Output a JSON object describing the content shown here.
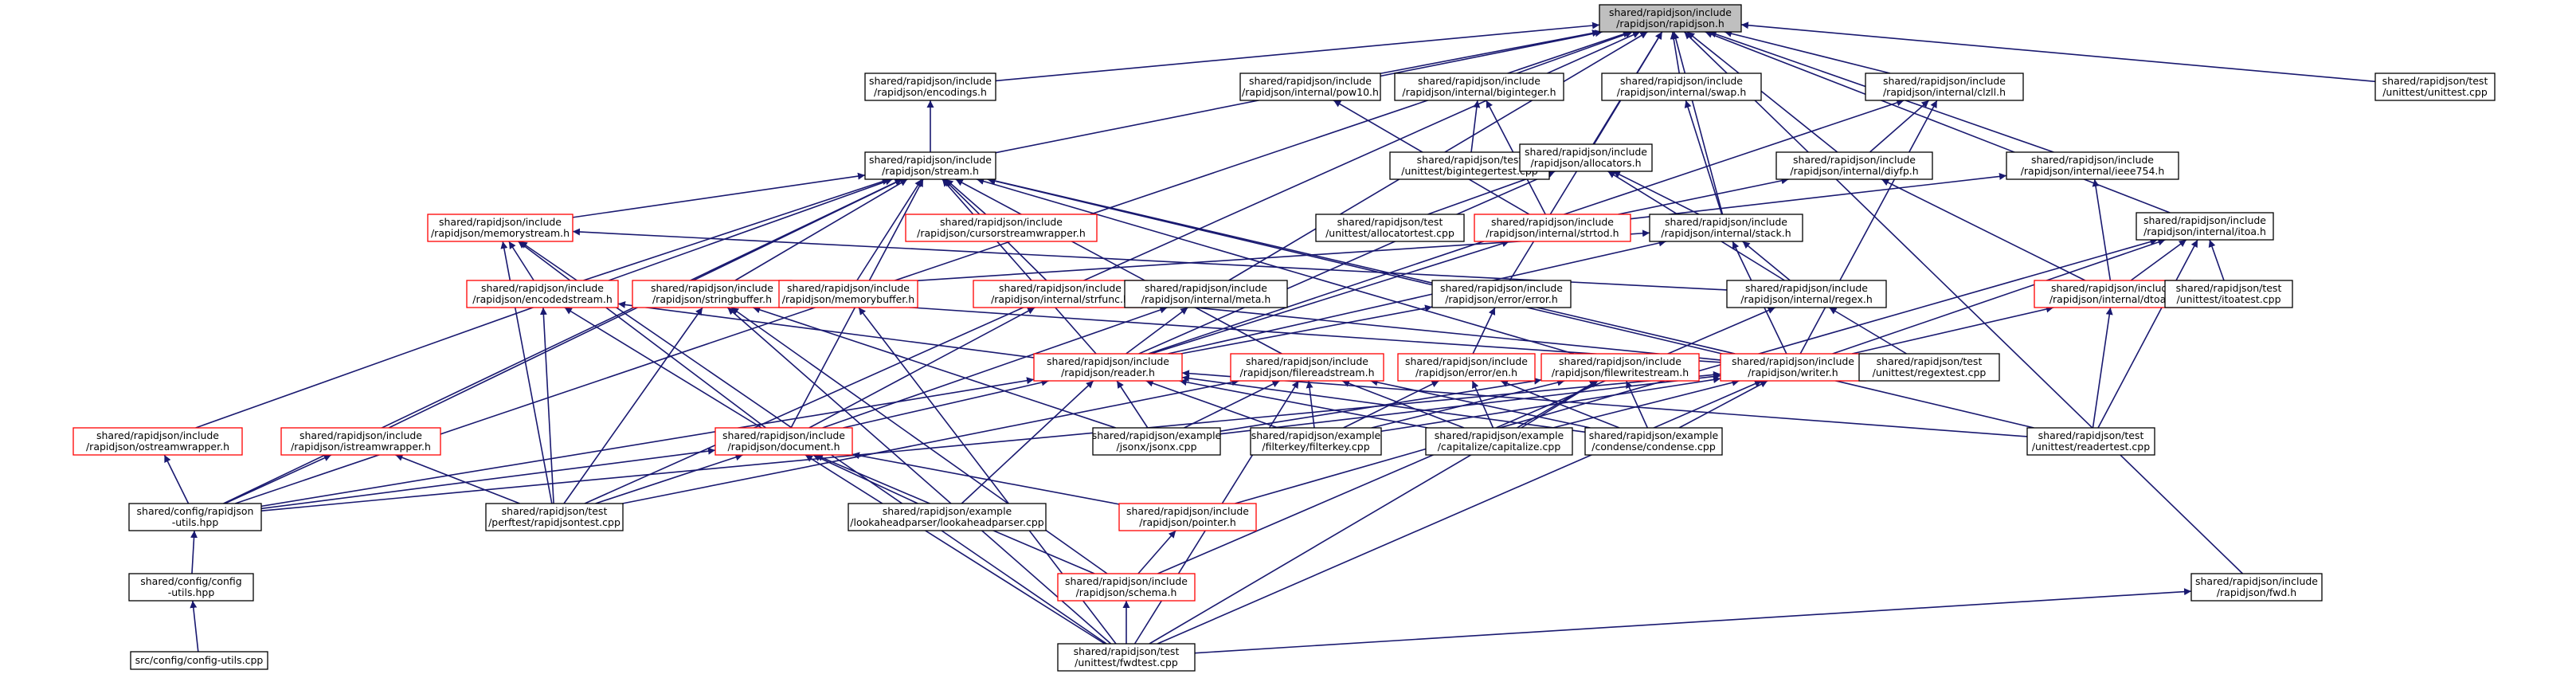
{
  "diagram": {
    "type": "doxygen include dependency graph",
    "colors": {
      "edge": "#191970",
      "root_fill": "#bfbfbf",
      "node_fill": "#ffffff",
      "node_border_normal": "#000000",
      "node_border_truncated": "#ff0000"
    },
    "nodes": [
      {
        "id": "rapidjson_h",
        "lines": [
          "shared/rapidjson/include",
          "/rapidjson/rapidjson.h"
        ],
        "style": "root"
      },
      {
        "id": "encodings_h",
        "lines": [
          "shared/rapidjson/include",
          "/rapidjson/encodings.h"
        ],
        "style": "normal"
      },
      {
        "id": "pow10_h",
        "lines": [
          "shared/rapidjson/include",
          "/rapidjson/internal/pow10.h"
        ],
        "style": "normal"
      },
      {
        "id": "biginteger_h",
        "lines": [
          "shared/rapidjson/include",
          "/rapidjson/internal/biginteger.h"
        ],
        "style": "normal"
      },
      {
        "id": "swap_h",
        "lines": [
          "shared/rapidjson/include",
          "/rapidjson/internal/swap.h"
        ],
        "style": "normal"
      },
      {
        "id": "clzll_h",
        "lines": [
          "shared/rapidjson/include",
          "/rapidjson/internal/clzll.h"
        ],
        "style": "normal"
      },
      {
        "id": "unittest_cpp",
        "lines": [
          "shared/rapidjson/test",
          "/unittest/unittest.cpp"
        ],
        "style": "normal"
      },
      {
        "id": "stream_h",
        "lines": [
          "shared/rapidjson/include",
          "/rapidjson/stream.h"
        ],
        "style": "normal"
      },
      {
        "id": "bigintegertest_cpp",
        "lines": [
          "shared/rapidjson/test",
          "/unittest/bigintegertest.cpp"
        ],
        "style": "normal"
      },
      {
        "id": "allocators_h",
        "lines": [
          "shared/rapidjson/include",
          "/rapidjson/allocators.h"
        ],
        "style": "normal"
      },
      {
        "id": "diyfp_h",
        "lines": [
          "shared/rapidjson/include",
          "/rapidjson/internal/diyfp.h"
        ],
        "style": "normal"
      },
      {
        "id": "ieee754_h",
        "lines": [
          "shared/rapidjson/include",
          "/rapidjson/internal/ieee754.h"
        ],
        "style": "normal"
      },
      {
        "id": "memorystream_h",
        "lines": [
          "shared/rapidjson/include",
          "/rapidjson/memorystream.h"
        ],
        "style": "truncated"
      },
      {
        "id": "cursorstreamwrapper_h",
        "lines": [
          "shared/rapidjson/include",
          "/rapidjson/cursorstreamwrapper.h"
        ],
        "style": "truncated"
      },
      {
        "id": "allocatortest_cpp",
        "lines": [
          "shared/rapidjson/test",
          "/unittest/allocatortest.cpp"
        ],
        "style": "normal"
      },
      {
        "id": "strtod_h",
        "lines": [
          "shared/rapidjson/include",
          "/rapidjson/internal/strtod.h"
        ],
        "style": "truncated"
      },
      {
        "id": "stack_h",
        "lines": [
          "shared/rapidjson/include",
          "/rapidjson/internal/stack.h"
        ],
        "style": "normal"
      },
      {
        "id": "itoa_h",
        "lines": [
          "shared/rapidjson/include",
          "/rapidjson/internal/itoa.h"
        ],
        "style": "normal"
      },
      {
        "id": "encodedstream_h",
        "lines": [
          "shared/rapidjson/include",
          "/rapidjson/encodedstream.h"
        ],
        "style": "truncated"
      },
      {
        "id": "stringbuffer_h",
        "lines": [
          "shared/rapidjson/include",
          "/rapidjson/stringbuffer.h"
        ],
        "style": "truncated"
      },
      {
        "id": "memorybuffer_h",
        "lines": [
          "shared/rapidjson/include",
          "/rapidjson/memorybuffer.h"
        ],
        "style": "truncated"
      },
      {
        "id": "strfunc_h",
        "lines": [
          "shared/rapidjson/include",
          "/rapidjson/internal/strfunc.h"
        ],
        "style": "truncated"
      },
      {
        "id": "meta_h",
        "lines": [
          "shared/rapidjson/include",
          "/rapidjson/internal/meta.h"
        ],
        "style": "normal"
      },
      {
        "id": "error_h",
        "lines": [
          "shared/rapidjson/include",
          "/rapidjson/error/error.h"
        ],
        "style": "normal"
      },
      {
        "id": "regex_h",
        "lines": [
          "shared/rapidjson/include",
          "/rapidjson/internal/regex.h"
        ],
        "style": "normal"
      },
      {
        "id": "dtoa_h",
        "lines": [
          "shared/rapidjson/include",
          "/rapidjson/internal/dtoa.h"
        ],
        "style": "truncated"
      },
      {
        "id": "itoatest_cpp",
        "lines": [
          "shared/rapidjson/test",
          "/unittest/itoatest.cpp"
        ],
        "style": "normal"
      },
      {
        "id": "ostreamwrapper_h",
        "lines": [
          "shared/rapidjson/include",
          "/rapidjson/ostreamwrapper.h"
        ],
        "style": "truncated"
      },
      {
        "id": "reader_h",
        "lines": [
          "shared/rapidjson/include",
          "/rapidjson/reader.h"
        ],
        "style": "truncated"
      },
      {
        "id": "filereadstream_h",
        "lines": [
          "shared/rapidjson/include",
          "/rapidjson/filereadstream.h"
        ],
        "style": "truncated"
      },
      {
        "id": "en_h",
        "lines": [
          "shared/rapidjson/include",
          "/rapidjson/error/en.h"
        ],
        "style": "truncated"
      },
      {
        "id": "filewritestream_h",
        "lines": [
          "shared/rapidjson/include",
          "/rapidjson/filewritestream.h"
        ],
        "style": "truncated"
      },
      {
        "id": "writer_h",
        "lines": [
          "shared/rapidjson/include",
          "/rapidjson/writer.h"
        ],
        "style": "truncated"
      },
      {
        "id": "regextest_cpp",
        "lines": [
          "shared/rapidjson/test",
          "/unittest/regextest.cpp"
        ],
        "style": "normal"
      },
      {
        "id": "istreamwrapper_h",
        "lines": [
          "shared/rapidjson/include",
          "/rapidjson/istreamwrapper.h"
        ],
        "style": "truncated"
      },
      {
        "id": "document_h",
        "lines": [
          "shared/rapidjson/include",
          "/rapidjson/document.h"
        ],
        "style": "truncated"
      },
      {
        "id": "jsonx_cpp",
        "lines": [
          "shared/rapidjson/example",
          "/jsonx/jsonx.cpp"
        ],
        "style": "normal"
      },
      {
        "id": "filterkey_cpp",
        "lines": [
          "shared/rapidjson/example",
          "/filterkey/filterkey.cpp"
        ],
        "style": "normal"
      },
      {
        "id": "capitalize_cpp",
        "lines": [
          "shared/rapidjson/example",
          "/capitalize/capitalize.cpp"
        ],
        "style": "normal"
      },
      {
        "id": "condense_cpp",
        "lines": [
          "shared/rapidjson/example",
          "/condense/condense.cpp"
        ],
        "style": "normal"
      },
      {
        "id": "readertest_cpp",
        "lines": [
          "shared/rapidjson/test",
          "/unittest/readertest.cpp"
        ],
        "style": "normal"
      },
      {
        "id": "config_rapidjson_utils_hpp",
        "lines": [
          "shared/config/rapidjson",
          "-utils.hpp"
        ],
        "style": "normal"
      },
      {
        "id": "perftest_cpp",
        "lines": [
          "shared/rapidjson/test",
          "/perftest/rapidjsontest.cpp"
        ],
        "style": "normal"
      },
      {
        "id": "lookaheadparser_cpp",
        "lines": [
          "shared/rapidjson/example",
          "/lookaheadparser/lookaheadparser.cpp"
        ],
        "style": "normal"
      },
      {
        "id": "pointer_h",
        "lines": [
          "shared/rapidjson/include",
          "/rapidjson/pointer.h"
        ],
        "style": "truncated"
      },
      {
        "id": "config_utils_hpp",
        "lines": [
          "shared/config/config",
          "-utils.hpp"
        ],
        "style": "normal"
      },
      {
        "id": "schema_h",
        "lines": [
          "shared/rapidjson/include",
          "/rapidjson/schema.h"
        ],
        "style": "truncated"
      },
      {
        "id": "fwd_h",
        "lines": [
          "shared/rapidjson/include",
          "/rapidjson/fwd.h"
        ],
        "style": "normal"
      },
      {
        "id": "config_utils_cpp",
        "lines": [
          "src/config/config-utils.cpp"
        ],
        "style": "normal"
      },
      {
        "id": "fwdtest_cpp",
        "lines": [
          "shared/rapidjson/test",
          "/unittest/fwdtest.cpp"
        ],
        "style": "normal"
      }
    ],
    "edges": [
      [
        "encodings_h",
        "rapidjson_h"
      ],
      [
        "pow10_h",
        "rapidjson_h"
      ],
      [
        "biginteger_h",
        "rapidjson_h"
      ],
      [
        "swap_h",
        "rapidjson_h"
      ],
      [
        "clzll_h",
        "rapidjson_h"
      ],
      [
        "unittest_cpp",
        "rapidjson_h"
      ],
      [
        "stream_h",
        "rapidjson_h"
      ],
      [
        "allocators_h",
        "rapidjson_h"
      ],
      [
        "diyfp_h",
        "rapidjson_h"
      ],
      [
        "ieee754_h",
        "rapidjson_h"
      ],
      [
        "itoa_h",
        "rapidjson_h"
      ],
      [
        "stack_h",
        "rapidjson_h"
      ],
      [
        "meta_h",
        "rapidjson_h"
      ],
      [
        "error_h",
        "rapidjson_h"
      ],
      [
        "config_rapidjson_utils_hpp",
        "rapidjson_h"
      ],
      [
        "perftest_cpp",
        "rapidjson_h"
      ],
      [
        "fwd_h",
        "rapidjson_h"
      ],
      [
        "stream_h",
        "encodings_h"
      ],
      [
        "strtod_h",
        "pow10_h"
      ],
      [
        "strtod_h",
        "biginteger_h"
      ],
      [
        "bigintegertest_cpp",
        "biginteger_h"
      ],
      [
        "stack_h",
        "swap_h"
      ],
      [
        "diyfp_h",
        "clzll_h"
      ],
      [
        "reader_h",
        "clzll_h"
      ],
      [
        "writer_h",
        "clzll_h"
      ],
      [
        "memorystream_h",
        "stream_h"
      ],
      [
        "cursorstreamwrapper_h",
        "stream_h"
      ],
      [
        "encodedstream_h",
        "stream_h"
      ],
      [
        "stringbuffer_h",
        "stream_h"
      ],
      [
        "memorybuffer_h",
        "stream_h"
      ],
      [
        "strfunc_h",
        "stream_h"
      ],
      [
        "ostreamwrapper_h",
        "stream_h"
      ],
      [
        "reader_h",
        "stream_h"
      ],
      [
        "filereadstream_h",
        "stream_h"
      ],
      [
        "filewritestream_h",
        "stream_h"
      ],
      [
        "writer_h",
        "stream_h"
      ],
      [
        "istreamwrapper_h",
        "stream_h"
      ],
      [
        "document_h",
        "stream_h"
      ],
      [
        "config_rapidjson_utils_hpp",
        "stream_h"
      ],
      [
        "readertest_cpp",
        "stream_h"
      ],
      [
        "allocatortest_cpp",
        "allocators_h"
      ],
      [
        "stack_h",
        "allocators_h"
      ],
      [
        "regex_h",
        "allocators_h"
      ],
      [
        "reader_h",
        "allocators_h"
      ],
      [
        "strtod_h",
        "diyfp_h"
      ],
      [
        "dtoa_h",
        "diyfp_h"
      ],
      [
        "strtod_h",
        "ieee754_h"
      ],
      [
        "dtoa_h",
        "ieee754_h"
      ],
      [
        "encodedstream_h",
        "memorystream_h"
      ],
      [
        "document_h",
        "memorystream_h"
      ],
      [
        "perftest_cpp",
        "memorystream_h"
      ],
      [
        "fwdtest_cpp",
        "memorystream_h"
      ],
      [
        "regex_h",
        "memorystream_h"
      ],
      [
        "reader_h",
        "strtod_h"
      ],
      [
        "stringbuffer_h",
        "stack_h"
      ],
      [
        "reader_h",
        "stack_h"
      ],
      [
        "regex_h",
        "stack_h"
      ],
      [
        "writer_h",
        "stack_h"
      ],
      [
        "dtoa_h",
        "itoa_h"
      ],
      [
        "writer_h",
        "itoa_h"
      ],
      [
        "itoatest_cpp",
        "itoa_h"
      ],
      [
        "readertest_cpp",
        "itoa_h"
      ],
      [
        "pointer_h",
        "itoa_h"
      ],
      [
        "reader_h",
        "encodedstream_h"
      ],
      [
        "perftest_cpp",
        "encodedstream_h"
      ],
      [
        "document_h",
        "encodedstream_h"
      ],
      [
        "jsonx_cpp",
        "stringbuffer_h"
      ],
      [
        "writer_h",
        "stringbuffer_h"
      ],
      [
        "perftest_cpp",
        "stringbuffer_h"
      ],
      [
        "fwdtest_cpp",
        "stringbuffer_h"
      ],
      [
        "schema_h",
        "stringbuffer_h"
      ],
      [
        "fwdtest_cpp",
        "memorybuffer_h"
      ],
      [
        "document_h",
        "strfunc_h"
      ],
      [
        "writer_h",
        "strfunc_h"
      ],
      [
        "reader_h",
        "meta_h"
      ],
      [
        "document_h",
        "meta_h"
      ],
      [
        "en_h",
        "error_h"
      ],
      [
        "reader_h",
        "error_h"
      ],
      [
        "regextest_cpp",
        "regex_h"
      ],
      [
        "schema_h",
        "regex_h"
      ],
      [
        "writer_h",
        "dtoa_h"
      ],
      [
        "readertest_cpp",
        "dtoa_h"
      ],
      [
        "config_rapidjson_utils_hpp",
        "ostreamwrapper_h"
      ],
      [
        "document_h",
        "reader_h"
      ],
      [
        "jsonx_cpp",
        "reader_h"
      ],
      [
        "filterkey_cpp",
        "reader_h"
      ],
      [
        "capitalize_cpp",
        "reader_h"
      ],
      [
        "condense_cpp",
        "reader_h"
      ],
      [
        "readertest_cpp",
        "reader_h"
      ],
      [
        "lookaheadparser_cpp",
        "reader_h"
      ],
      [
        "config_rapidjson_utils_hpp",
        "reader_h"
      ],
      [
        "jsonx_cpp",
        "filereadstream_h"
      ],
      [
        "filterkey_cpp",
        "filereadstream_h"
      ],
      [
        "capitalize_cpp",
        "filereadstream_h"
      ],
      [
        "condense_cpp",
        "filereadstream_h"
      ],
      [
        "fwdtest_cpp",
        "filereadstream_h"
      ],
      [
        "perftest_cpp",
        "filereadstream_h"
      ],
      [
        "filterkey_cpp",
        "en_h"
      ],
      [
        "capitalize_cpp",
        "en_h"
      ],
      [
        "condense_cpp",
        "en_h"
      ],
      [
        "jsonx_cpp",
        "filewritestream_h"
      ],
      [
        "filterkey_cpp",
        "filewritestream_h"
      ],
      [
        "capitalize_cpp",
        "filewritestream_h"
      ],
      [
        "condense_cpp",
        "filewritestream_h"
      ],
      [
        "fwdtest_cpp",
        "filewritestream_h"
      ],
      [
        "jsonx_cpp",
        "writer_h"
      ],
      [
        "filterkey_cpp",
        "writer_h"
      ],
      [
        "capitalize_cpp",
        "writer_h"
      ],
      [
        "condense_cpp",
        "writer_h"
      ],
      [
        "fwdtest_cpp",
        "writer_h"
      ],
      [
        "config_rapidjson_utils_hpp",
        "writer_h"
      ],
      [
        "perftest_cpp",
        "istreamwrapper_h"
      ],
      [
        "config_rapidjson_utils_hpp",
        "istreamwrapper_h"
      ],
      [
        "perftest_cpp",
        "document_h"
      ],
      [
        "lookaheadparser_cpp",
        "document_h"
      ],
      [
        "pointer_h",
        "document_h"
      ],
      [
        "schema_h",
        "document_h"
      ],
      [
        "fwdtest_cpp",
        "document_h"
      ],
      [
        "config_rapidjson_utils_hpp",
        "document_h"
      ],
      [
        "schema_h",
        "pointer_h"
      ],
      [
        "fwdtest_cpp",
        "schema_h"
      ],
      [
        "config_utils_hpp",
        "config_rapidjson_utils_hpp"
      ],
      [
        "config_utils_cpp",
        "config_utils_hpp"
      ],
      [
        "fwdtest_cpp",
        "fwd_h"
      ]
    ]
  }
}
